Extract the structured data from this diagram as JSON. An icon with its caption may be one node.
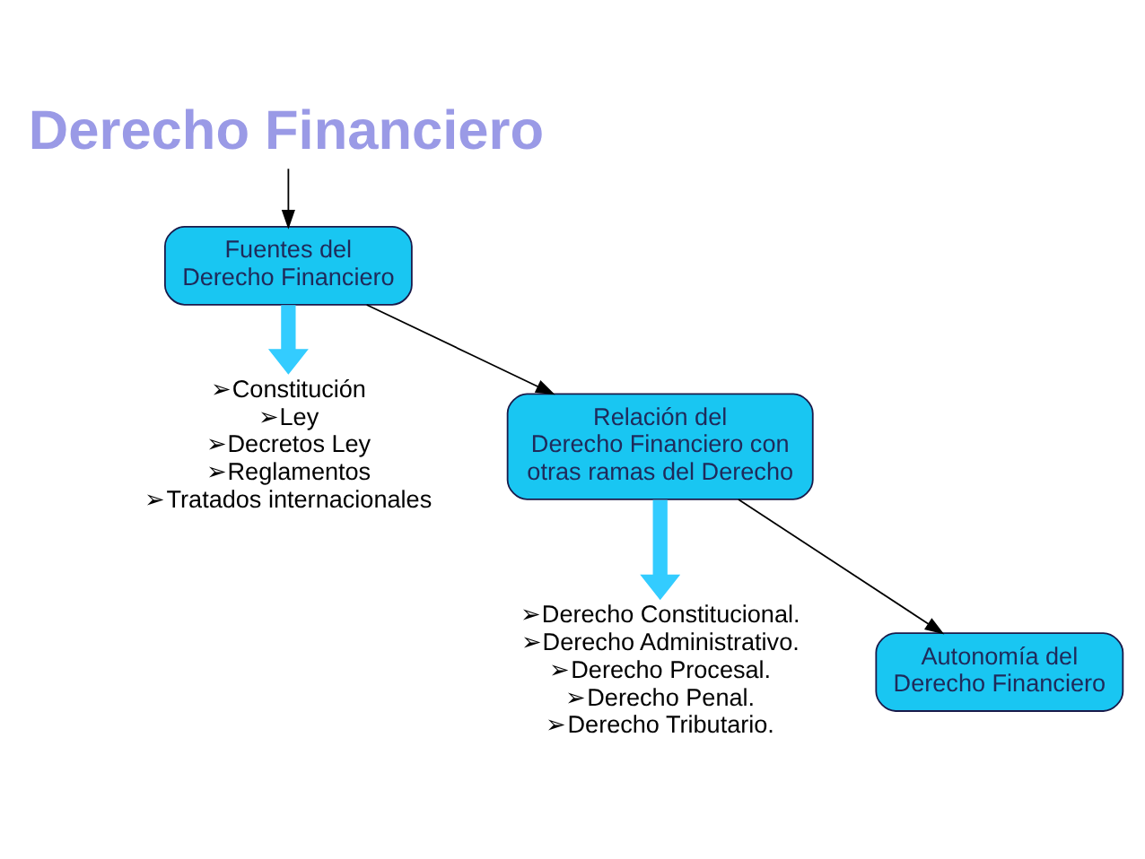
{
  "diagram": {
    "nodes": [
      {
        "text": [
          "Derecho Financiero"
        ]
      },
      {
        "text": [
          "Fuentes del Derecho Financiero"
        ]
      },
      {
        "text": [
          "Relación del Derecho Financiero con otras ramas del Derecho"
        ]
      },
      {
        "text": [
          "➢Constitución",
          "➢Ley",
          "➢Decretos Ley",
          "➢Reglamentos",
          "➢Tratados internacionales"
        ]
      },
      {
        "text": [
          "➢Derecho Constitucional.",
          "➢Derecho Administrativo.",
          "➢Derecho Procesal.",
          "➢Derecho Penal.",
          "➢Derecho Tributario."
        ]
      },
      {
        "text": [
          "Autonomía del Derecho Financiero"
        ]
      }
    ],
    "edges": [
      {
        "from": 0,
        "to": 1,
        "arrow": "to"
      },
      {
        "from": 1,
        "to": 3,
        "arrow": "to",
        "style": "thick",
        "color": "#33ccff"
      },
      {
        "from": 1,
        "to": 2,
        "arrow": "to"
      },
      {
        "from": 2,
        "to": 4,
        "arrow": "to",
        "style": "thick",
        "color": "#33ccff"
      },
      {
        "from": 2,
        "to": 5,
        "arrow": "to"
      }
    ]
  }
}
